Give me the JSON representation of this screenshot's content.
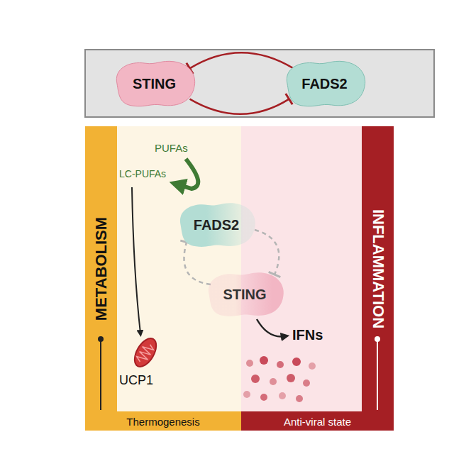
{
  "diagram": {
    "nodes": [
      {
        "text": [
          "STING"
        ]
      },
      {
        "text": [
          "FADS2"
        ]
      },
      {
        "text": [
          "METABOLISM"
        ]
      },
      {
        "text": [
          "INFLAMMATION"
        ]
      },
      {
        "text": [
          "FADS2"
        ]
      },
      {
        "text": [
          "STING"
        ]
      },
      {
        "text": [
          "Thermogenesis"
        ]
      },
      {
        "text": [
          "Anti-viral state"
        ]
      }
    ],
    "edges": [
      {
        "from": 1,
        "to": 0,
        "arrow": "to"
      },
      {
        "from": 0,
        "to": 1,
        "arrow": "to"
      },
      {
        "from": 5,
        "to": 4,
        "arrow": "to"
      },
      {
        "from": 4,
        "to": 5,
        "arrow": "to"
      }
    ],
    "labels": [
      "PUFAs",
      "LC-PUFAs",
      "UCP1",
      "IFNs"
    ]
  }
}
